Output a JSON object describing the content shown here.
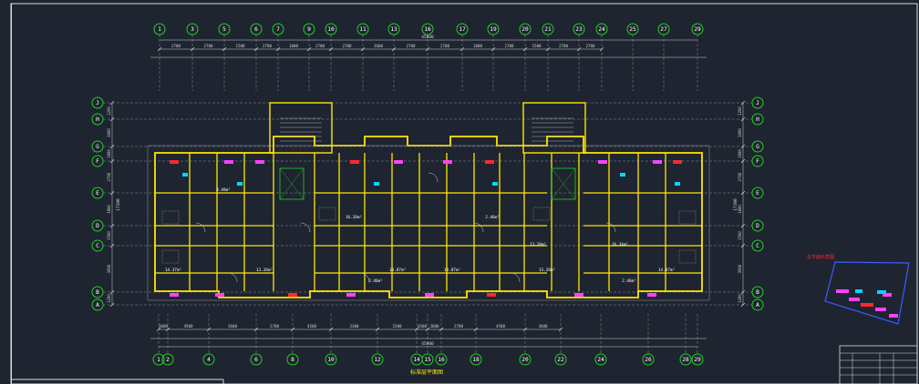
{
  "colors": {
    "background": "#1e2430",
    "frame": "#d9dde3",
    "wall": "#ffe600",
    "grid_circle": "#23d123",
    "grid_line": "#8a8f98",
    "dim": "#cfd3d8",
    "accent_red": "#ff2a2a",
    "accent_magenta": "#ff40ff",
    "accent_cyan": "#00d8ff",
    "accent_blue": "#3a5cff"
  },
  "top_axes": [
    "1",
    "3",
    "5",
    "6",
    "7",
    "9",
    "10",
    "11",
    "13",
    "16",
    "17",
    "19",
    "20",
    "21",
    "23",
    "24",
    "25",
    "27",
    "29"
  ],
  "bottom_axes": [
    "1",
    "2",
    "4",
    "6",
    "8",
    "10",
    "12",
    "14",
    "15",
    "16",
    "18",
    "20",
    "22",
    "24",
    "26",
    "28",
    "29"
  ],
  "left_axes": [
    "J",
    "H",
    "G",
    "F",
    "E",
    "D",
    "C",
    "B",
    "A"
  ],
  "right_axes": [
    "J",
    "H",
    "G",
    "F",
    "E",
    "D",
    "C",
    "B",
    "A"
  ],
  "overall_dims": {
    "top": "45000",
    "bottom": "45000",
    "left": "17100",
    "right": "17100"
  },
  "left_dims": [
    "1200",
    "3000",
    "1800",
    "2700",
    "1800",
    "1500",
    "3900",
    "1200"
  ],
  "top_dims_row": [
    "2700",
    "2700",
    "1500",
    "2700",
    "1800",
    "2700",
    "2700",
    "3600",
    "2700",
    "2700",
    "1800",
    "2700",
    "1500",
    "2700",
    "2700"
  ],
  "bottom_dims_row": [
    "3600",
    "4500",
    "3600",
    "2700",
    "4500",
    "3300",
    "1500",
    "4500",
    "3600",
    "2700",
    "4500",
    "3600"
  ],
  "room_areas": [
    "14.37m²",
    "13.28m²",
    "2.46m²",
    "14.87m²",
    "13.28m²",
    "2.46m²",
    "16.20m²",
    "8.49m²",
    "2.46m²",
    "14.87m²",
    "13.28m²",
    "16.34m²",
    "14.87m²"
  ],
  "drawing_title": "标准层平面图",
  "site_plan_label": "总平面示意图"
}
